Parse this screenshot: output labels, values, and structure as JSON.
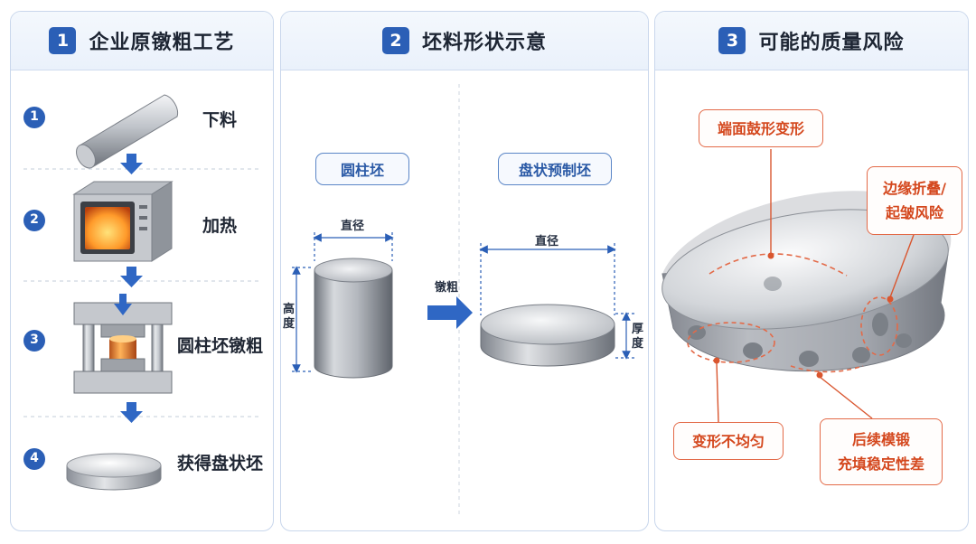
{
  "panels": [
    {
      "number": "1",
      "title": "企业原镦粗工艺"
    },
    {
      "number": "2",
      "title": "坯料形状示意"
    },
    {
      "number": "3",
      "title": "可能的质量风险"
    }
  ],
  "process_steps": [
    {
      "number": "1",
      "label": "下料"
    },
    {
      "number": "2",
      "label": "加热"
    },
    {
      "number": "3",
      "label": "圆柱坯镦粗"
    },
    {
      "number": "4",
      "label": "获得盘状坯"
    }
  ],
  "shapes": {
    "cylinder_tag": "圆柱坯",
    "disc_tag": "盘状预制坯",
    "cylinder_diameter": "直径",
    "cylinder_height": "高度",
    "upset_arrow_label": "镦粗",
    "disc_diameter": "直径",
    "disc_thickness": "厚度"
  },
  "risks": {
    "end_bulge": "端面鼓形变形",
    "edge_fold_line1": "边缘折叠/",
    "edge_fold_line2": "起皱风险",
    "uneven": "变形不均匀",
    "forging_line1": "后续模锻",
    "forging_line2": "充填稳定性差"
  },
  "colors": {
    "primary_blue": "#2b5fb6",
    "arrow_blue": "#2f67c4",
    "risk_orange": "#e36a48",
    "panel_border": "#c9d7ec"
  }
}
